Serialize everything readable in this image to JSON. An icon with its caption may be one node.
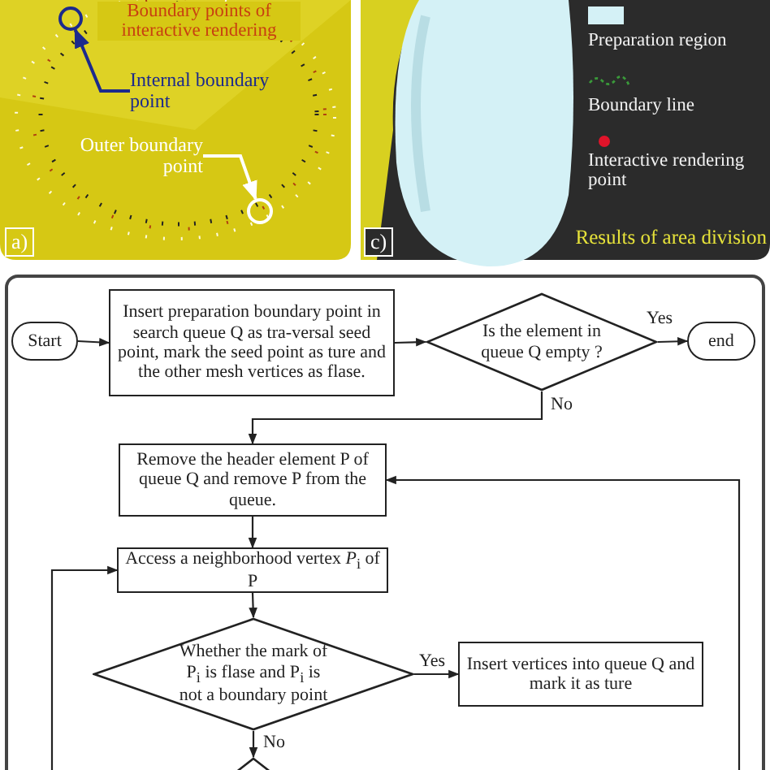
{
  "diagram": {
    "nodes": [
      {
        "text": [
          "Internal boundary point"
        ]
      },
      {
        "text": [],
        "shape": "circle"
      },
      {
        "text": [
          "Outer boundary point"
        ]
      },
      {
        "text": [],
        "shape": "circle"
      },
      {
        "text": [
          "Start"
        ]
      },
      {
        "text": [
          "Insert preparation boundary point in search queue Q as tra-versal seed point, mark the seed point as ture and the other mesh vertices as flase."
        ]
      },
      {
        "text": [
          "Is the element in queue Q empty ?"
        ]
      },
      {
        "text": [
          "end"
        ]
      },
      {
        "text": [
          "Remove the header element P of queue Q and remove P from the queue."
        ]
      },
      {
        "text": [
          "Access a neighborhood vertex *P*$_{i}$ of P"
        ]
      },
      {
        "text": [
          "Whether the mark of P$_{i}$ is flase and P$_{i}$ is not a boundary point"
        ]
      },
      {
        "text": [
          "Insert vertices into queue Q and mark it as ture"
        ]
      },
      {
        "text": [],
        "shape": "diamond"
      }
    ],
    "edges": [
      {
        "from": 0,
        "to": 1,
        "arrow": "to",
        "color": "#1c2a8c"
      },
      {
        "from": 2,
        "to": 3,
        "arrow": "to",
        "color": "#ffffff"
      },
      {
        "from": 4,
        "to": 5,
        "arrow": "to"
      },
      {
        "from": 5,
        "to": 6,
        "arrow": "to"
      },
      {
        "from": 6,
        "to": 7,
        "arrow": "to",
        "label": "Yes"
      },
      {
        "from": 6,
        "to": 8,
        "arrow": "to",
        "label": "No"
      },
      {
        "from": 8,
        "to": 9,
        "arrow": "to"
      },
      {
        "from": 9,
        "to": 10,
        "arrow": "to"
      },
      {
        "from": 10,
        "to": 11,
        "arrow": "to",
        "label": "Yes"
      },
      {
        "from": 10,
        "to": 12,
        "arrow": "to",
        "label": "No"
      },
      {
        "from": null,
        "to": 8,
        "arrow": "to"
      },
      {
        "from": null,
        "to": 9,
        "arrow": "to"
      }
    ],
    "labels": [
      "Boundary points of interactive rendering",
      "a)",
      "c)",
      "Results of area division"
    ],
    "legend": [
      {
        "text": "Preparation region",
        "color": "#d4f1f6"
      },
      {
        "text": "Boundary line"
      },
      {
        "text": "Interactive rendering point",
        "color": "#e0142a"
      }
    ]
  }
}
